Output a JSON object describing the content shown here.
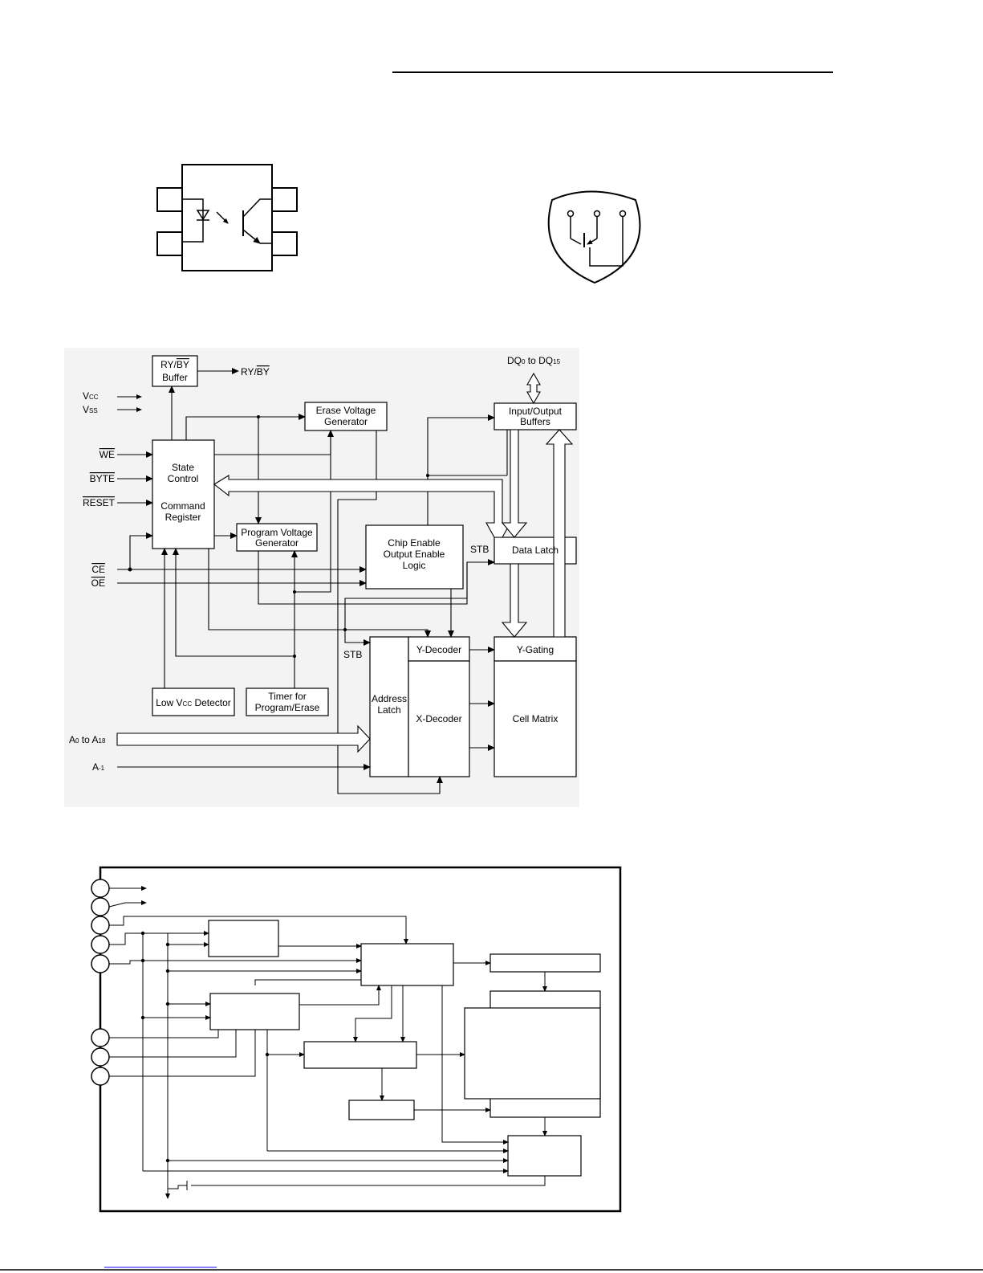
{
  "flash_diagram": {
    "vcc": "V",
    "vcc_sub": "CC",
    "vss": "V",
    "vss_sub": "SS",
    "we": "WE",
    "byte": "BYTE",
    "reset": "RESET",
    "ce": "CE",
    "oe": "OE",
    "a0_a18_prefix": "A",
    "a0_a18_sub0": "0",
    "a0_a18_mid": " to A",
    "a0_a18_sub1": "18",
    "a_minus1_prefix": "A",
    "a_minus1_sub": "-1",
    "rybuf_line1_ry": "RY/",
    "rybuf_line1_by": "BY",
    "rybuf_line2": "Buffer",
    "ry_out_ry": "RY/",
    "ry_out_by": "BY",
    "state_line1": "State",
    "state_line2": "Control",
    "cmd_line1": "Command",
    "cmd_line2": "Register",
    "erase_line1": "Erase Voltage",
    "erase_line2": "Generator",
    "prog_line1": "Program Voltage",
    "prog_line2": "Generator",
    "chip_line1": "Chip Enable",
    "chip_line2": "Output Enable",
    "chip_line3": "Logic",
    "io_line1": "Input/Output",
    "io_line2": "Buffers",
    "dq_prefix": "DQ",
    "dq_sub0": "0",
    "dq_mid": " to DQ",
    "dq_sub1": "15",
    "data_latch": "Data Latch",
    "stb": "STB",
    "y_decoder": "Y-Decoder",
    "y_gating": "Y-Gating",
    "addr_line1": "Address",
    "addr_line2": "Latch",
    "x_decoder": "X-Decoder",
    "cell_matrix": "Cell Matrix",
    "lowvcc_a": "Low V",
    "lowvcc_sub": "CC",
    "lowvcc_b": " Detector",
    "timer_line1": "Timer for",
    "timer_line2": "Program/Erase"
  }
}
